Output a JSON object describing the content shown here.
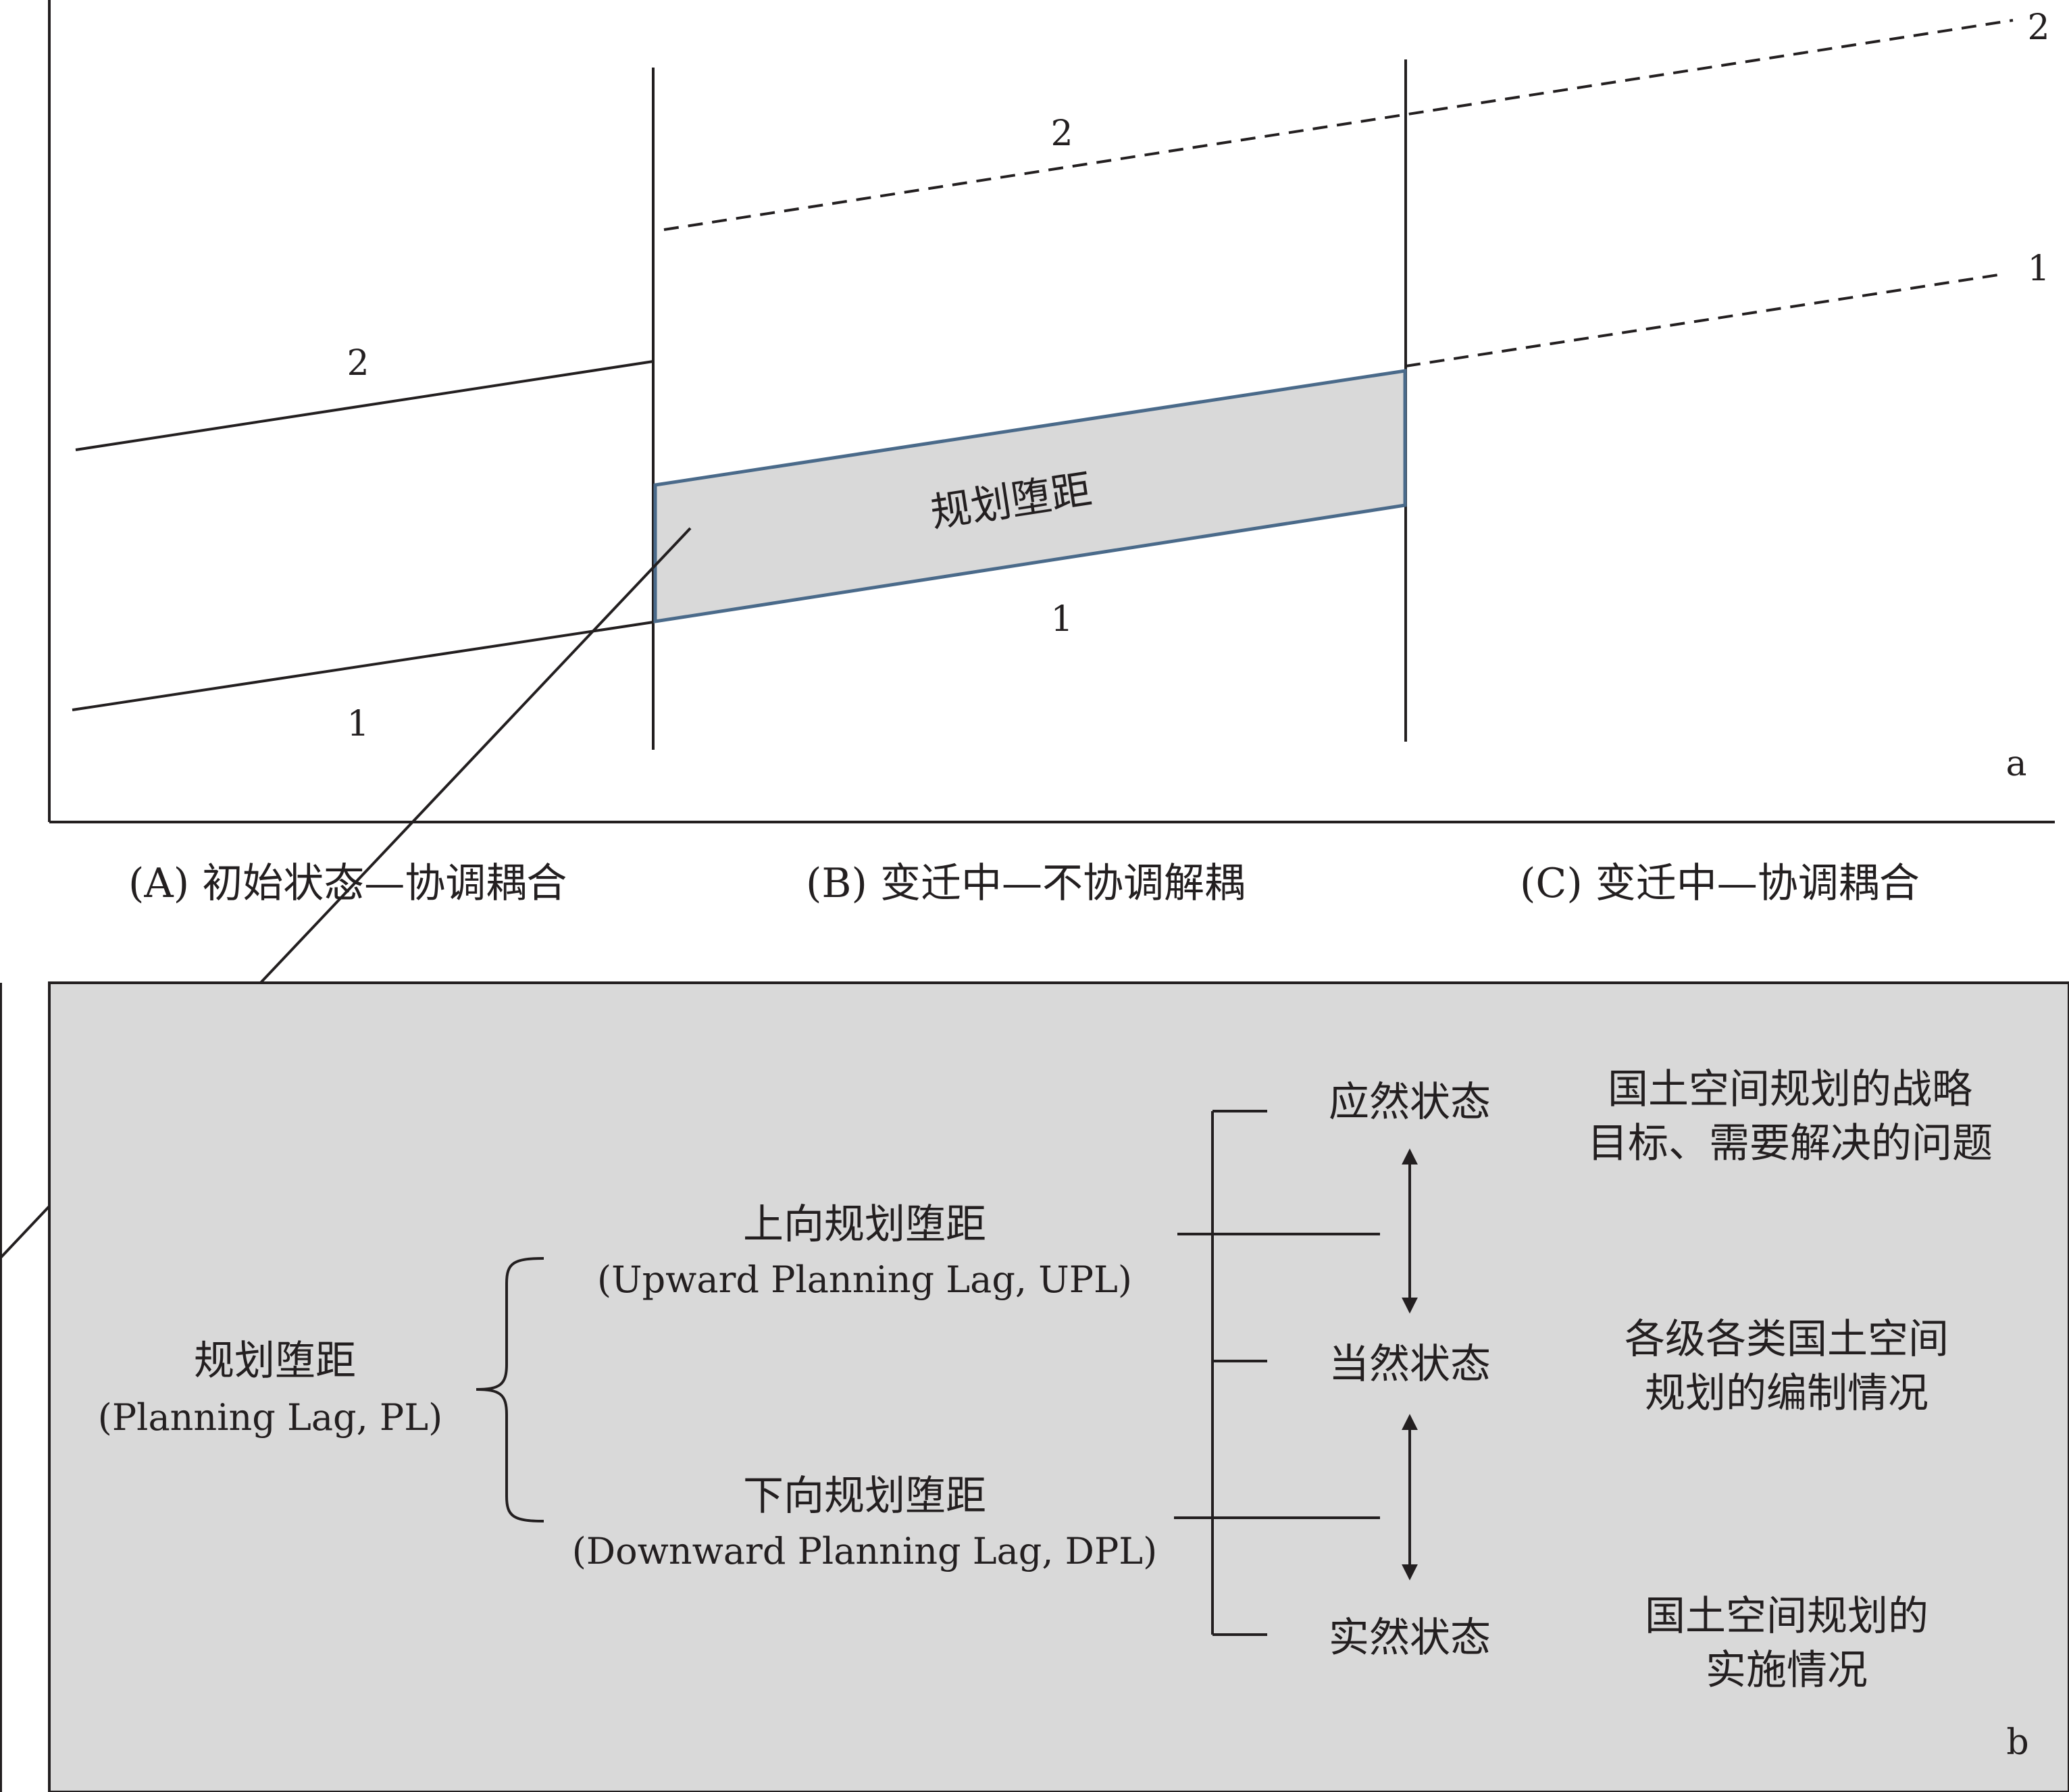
{
  "panel_a": {
    "letter": "a",
    "shaded_label": "规划堕距",
    "line_labels": {
      "left_upper": "2",
      "left_lower": "1",
      "mid_upper": "2",
      "mid_lower": "1",
      "right_upper": "2",
      "right_lower": "1"
    },
    "stages": [
      {
        "label": "(A) 初始状态—协调耦合"
      },
      {
        "label": "(B) 变迁中—不协调解耦"
      },
      {
        "label": "(C) 变迁中—协调耦合"
      }
    ]
  },
  "panel_b": {
    "letter": "b",
    "root": {
      "cn": "规划堕距",
      "en": "(Planning Lag, PL)"
    },
    "branches": [
      {
        "cn": "上向规划堕距",
        "en": "(Upward Planning Lag, UPL)"
      },
      {
        "cn": "下向规划堕距",
        "en": "(Downward Planning Lag, DPL)"
      }
    ],
    "states": [
      {
        "name": "应然状态",
        "desc": [
          "国土空间规划的战略",
          "目标、需要解决的问题"
        ]
      },
      {
        "name": "当然状态",
        "desc": [
          "各级各类国土空间",
          "规划的编制情况"
        ]
      },
      {
        "name": "实然状态",
        "desc": [
          "国土空间规划的",
          "实施情况"
        ]
      }
    ]
  },
  "colors": {
    "line": "#231f20",
    "shaded_fill": "#d9d9d9",
    "shaded_border": "#4a6a8a",
    "panel_b_fill": "#d9d9d9"
  }
}
